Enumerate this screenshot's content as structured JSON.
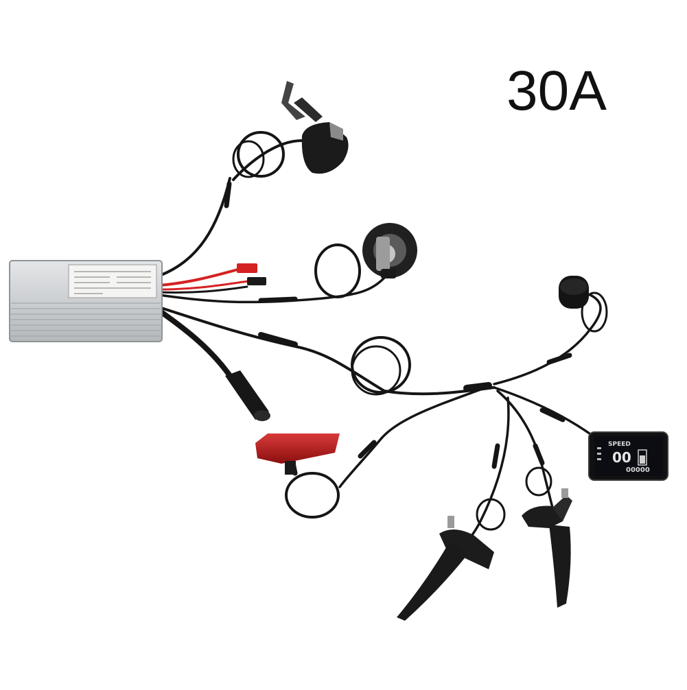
{
  "rating_label": "30A",
  "display": {
    "header": "SPEED",
    "digits": "00",
    "odo": "00000"
  },
  "colors": {
    "background": "#ffffff",
    "cable": "#151515",
    "controller_body": "#c9ccce",
    "power_lead": "#d42222",
    "taillight": "#b71818",
    "screen": "#101010"
  }
}
